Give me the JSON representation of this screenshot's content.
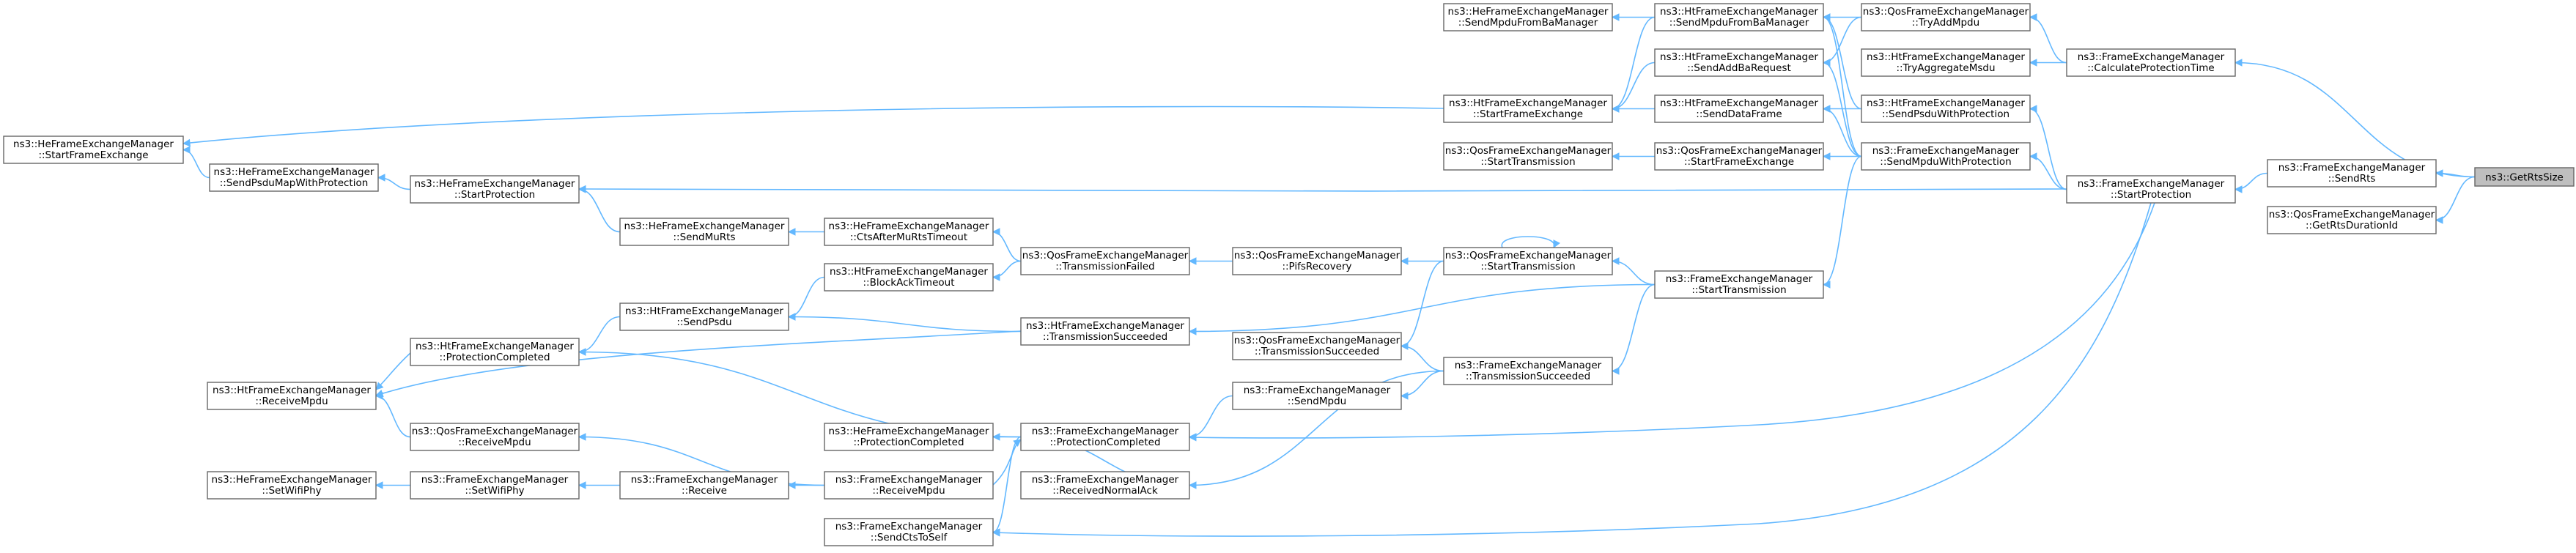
{
  "graph": {
    "root": "ns3::GetRtsSize",
    "nodes": [
      {
        "id": "getrts",
        "lines": [
          "ns3::GetRtsSize"
        ],
        "root": true
      },
      {
        "id": "fem_sendrts",
        "lines": [
          "ns3::FrameExchangeManager",
          "::SendRts"
        ]
      },
      {
        "id": "qfem_getrtsdur",
        "lines": [
          "ns3::QosFrameExchangeManager",
          "::GetRtsDurationId"
        ]
      },
      {
        "id": "fem_calcprot",
        "lines": [
          "ns3::FrameExchangeManager",
          "::CalculateProtectionTime"
        ]
      },
      {
        "id": "fem_startprot",
        "lines": [
          "ns3::FrameExchangeManager",
          "::StartProtection"
        ]
      },
      {
        "id": "qfem_tryaddmpdu",
        "lines": [
          "ns3::QosFrameExchangeManager",
          "::TryAddMpdu"
        ]
      },
      {
        "id": "htfem_tryagg",
        "lines": [
          "ns3::HtFrameExchangeManager",
          "::TryAggregateMsdu"
        ]
      },
      {
        "id": "htfem_sendpsdu_prot",
        "lines": [
          "ns3::HtFrameExchangeManager",
          "::SendPsduWithProtection"
        ]
      },
      {
        "id": "fem_sendmpdu_prot",
        "lines": [
          "ns3::FrameExchangeManager",
          "::SendMpduWithProtection"
        ]
      },
      {
        "id": "htfem_sendmpdufromba",
        "lines": [
          "ns3::HtFrameExchangeManager",
          "::SendMpduFromBaManager"
        ]
      },
      {
        "id": "hefem_sendmpdufromba",
        "lines": [
          "ns3::HeFrameExchangeManager",
          "::SendMpduFromBaManager"
        ]
      },
      {
        "id": "htfem_sendaddba",
        "lines": [
          "ns3::HtFrameExchangeManager",
          "::SendAddBaRequest"
        ]
      },
      {
        "id": "htfem_senddata",
        "lines": [
          "ns3::HtFrameExchangeManager",
          "::SendDataFrame"
        ]
      },
      {
        "id": "htfem_startfe",
        "lines": [
          "ns3::HtFrameExchangeManager",
          "::StartFrameExchange"
        ]
      },
      {
        "id": "hefem_startfe",
        "lines": [
          "ns3::HeFrameExchangeManager",
          "::StartFrameExchange"
        ]
      },
      {
        "id": "qfem_startfe",
        "lines": [
          "ns3::QosFrameExchangeManager",
          "::StartFrameExchange"
        ]
      },
      {
        "id": "qfem_starttx_a",
        "lines": [
          "ns3::QosFrameExchangeManager",
          "::StartTransmission"
        ]
      },
      {
        "id": "hefem_sendpsdumap",
        "lines": [
          "ns3::HeFrameExchangeManager",
          "::SendPsduMapWithProtection"
        ]
      },
      {
        "id": "hefem_startprot",
        "lines": [
          "ns3::HeFrameExchangeManager",
          "::StartProtection"
        ]
      },
      {
        "id": "hefem_sendmurts",
        "lines": [
          "ns3::HeFrameExchangeManager",
          "::SendMuRts"
        ]
      },
      {
        "id": "hefem_ctsafter",
        "lines": [
          "ns3::HeFrameExchangeManager",
          "::CtsAfterMuRtsTimeout"
        ]
      },
      {
        "id": "qfem_txfailed",
        "lines": [
          "ns3::QosFrameExchangeManager",
          "::TransmissionFailed"
        ]
      },
      {
        "id": "qfem_pifs",
        "lines": [
          "ns3::QosFrameExchangeManager",
          "::PifsRecovery"
        ]
      },
      {
        "id": "qfem_starttx_b",
        "lines": [
          "ns3::QosFrameExchangeManager",
          "::StartTransmission"
        ]
      },
      {
        "id": "fem_starttx",
        "lines": [
          "ns3::FrameExchangeManager",
          "::StartTransmission"
        ]
      },
      {
        "id": "htfem_batimeout",
        "lines": [
          "ns3::HtFrameExchangeManager",
          "::BlockAckTimeout"
        ]
      },
      {
        "id": "htfem_sendpsdu",
        "lines": [
          "ns3::HtFrameExchangeManager",
          "::SendPsdu"
        ]
      },
      {
        "id": "htfem_txsucc",
        "lines": [
          "ns3::HtFrameExchangeManager",
          "::TransmissionSucceeded"
        ]
      },
      {
        "id": "qfem_txsucc",
        "lines": [
          "ns3::QosFrameExchangeManager",
          "::TransmissionSucceeded"
        ]
      },
      {
        "id": "fem_txsucc",
        "lines": [
          "ns3::FrameExchangeManager",
          "::TransmissionSucceeded"
        ]
      },
      {
        "id": "htfem_protcomp",
        "lines": [
          "ns3::HtFrameExchangeManager",
          "::ProtectionCompleted"
        ]
      },
      {
        "id": "htfem_recvmpdu",
        "lines": [
          "ns3::HtFrameExchangeManager",
          "::ReceiveMpdu"
        ]
      },
      {
        "id": "fem_sendmpdu",
        "lines": [
          "ns3::FrameExchangeManager",
          "::SendMpdu"
        ]
      },
      {
        "id": "hefem_protcomp",
        "lines": [
          "ns3::HeFrameExchangeManager",
          "::ProtectionCompleted"
        ]
      },
      {
        "id": "fem_protcomp",
        "lines": [
          "ns3::FrameExchangeManager",
          "::ProtectionCompleted"
        ]
      },
      {
        "id": "qfem_recvmpdu",
        "lines": [
          "ns3::QosFrameExchangeManager",
          "::ReceiveMpdu"
        ]
      },
      {
        "id": "hefem_setwifiphy",
        "lines": [
          "ns3::HeFrameExchangeManager",
          "::SetWifiPhy"
        ]
      },
      {
        "id": "fem_setwifiphy",
        "lines": [
          "ns3::FrameExchangeManager",
          "::SetWifiPhy"
        ]
      },
      {
        "id": "fem_receive",
        "lines": [
          "ns3::FrameExchangeManager",
          "::Receive"
        ]
      },
      {
        "id": "fem_recvmpdu",
        "lines": [
          "ns3::FrameExchangeManager",
          "::ReceiveMpdu"
        ]
      },
      {
        "id": "fem_recvnormalack",
        "lines": [
          "ns3::FrameExchangeManager",
          "::ReceivedNormalAck"
        ]
      },
      {
        "id": "fem_sendctstoself",
        "lines": [
          "ns3::FrameExchangeManager",
          "::SendCtsToSelf"
        ]
      }
    ],
    "edges": [
      [
        "fem_sendrts",
        "getrts"
      ],
      [
        "qfem_getrtsdur",
        "getrts"
      ],
      [
        "fem_calcprot",
        "getrts"
      ],
      [
        "fem_startprot",
        "fem_sendrts"
      ],
      [
        "qfem_tryaddmpdu",
        "fem_calcprot"
      ],
      [
        "htfem_tryagg",
        "fem_calcprot"
      ],
      [
        "htfem_sendpsdu_prot",
        "fem_startprot"
      ],
      [
        "fem_sendmpdu_prot",
        "fem_startprot"
      ],
      [
        "hefem_startprot",
        "fem_startprot"
      ],
      [
        "htfem_sendmpdufromba",
        "qfem_tryaddmpdu"
      ],
      [
        "htfem_sendaddba",
        "qfem_tryaddmpdu"
      ],
      [
        "htfem_sendmpdufromba",
        "htfem_sendpsdu_prot"
      ],
      [
        "htfem_senddata",
        "htfem_sendpsdu_prot"
      ],
      [
        "htfem_sendmpdufromba",
        "fem_sendmpdu_prot"
      ],
      [
        "htfem_sendaddba",
        "fem_sendmpdu_prot"
      ],
      [
        "htfem_senddata",
        "fem_sendmpdu_prot"
      ],
      [
        "qfem_startfe",
        "fem_sendmpdu_prot"
      ],
      [
        "fem_starttx",
        "fem_sendmpdu_prot"
      ],
      [
        "hefem_sendmpdufromba",
        "htfem_sendmpdufromba"
      ],
      [
        "htfem_startfe",
        "htfem_sendmpdufromba"
      ],
      [
        "htfem_startfe",
        "htfem_sendaddba"
      ],
      [
        "htfem_startfe",
        "htfem_senddata"
      ],
      [
        "hefem_startfe",
        "htfem_startfe"
      ],
      [
        "qfem_starttx_a",
        "qfem_startfe"
      ],
      [
        "hefem_sendpsdumap",
        "hefem_startfe"
      ],
      [
        "hefem_startprot",
        "hefem_sendpsdumap"
      ],
      [
        "hefem_sendmurts",
        "hefem_startprot"
      ],
      [
        "hefem_ctsafter",
        "hefem_sendmurts"
      ],
      [
        "qfem_txfailed",
        "hefem_ctsafter"
      ],
      [
        "qfem_txfailed",
        "htfem_batimeout"
      ],
      [
        "qfem_pifs",
        "qfem_txfailed"
      ],
      [
        "qfem_starttx_b",
        "qfem_pifs"
      ],
      [
        "qfem_starttx_b",
        "qfem_starttx_b"
      ],
      [
        "fem_starttx",
        "qfem_starttx_b"
      ],
      [
        "fem_starttx",
        "htfem_txsucc"
      ],
      [
        "htfem_txsucc",
        "htfem_sendpsdu"
      ],
      [
        "htfem_txsucc",
        "htfem_recvmpdu"
      ],
      [
        "htfem_batimeout",
        "htfem_sendpsdu"
      ],
      [
        "htfem_sendpsdu",
        "htfem_protcomp"
      ],
      [
        "qfem_txsucc",
        "qfem_starttx_b"
      ],
      [
        "fem_txsucc",
        "qfem_txsucc"
      ],
      [
        "fem_txsucc",
        "fem_starttx"
      ],
      [
        "fem_sendmpdu",
        "fem_txsucc"
      ],
      [
        "fem_recvnormalack",
        "fem_txsucc"
      ],
      [
        "fem_protcomp",
        "fem_sendmpdu"
      ],
      [
        "fem_protcomp",
        "htfem_protcomp"
      ],
      [
        "fem_startprot",
        "fem_protcomp"
      ],
      [
        "htfem_protcomp",
        "htfem_recvmpdu"
      ],
      [
        "qfem_recvmpdu",
        "htfem_recvmpdu"
      ],
      [
        "hefem_protcomp",
        "fem_protcomp"
      ],
      [
        "fem_recvmpdu",
        "fem_protcomp"
      ],
      [
        "fem_recvmpdu",
        "qfem_recvmpdu"
      ],
      [
        "fem_recvnormalack",
        "fem_protcomp"
      ],
      [
        "fem_sendctstoself",
        "fem_protcomp"
      ],
      [
        "fem_receive",
        "fem_recvmpdu"
      ],
      [
        "fem_setwifiphy",
        "fem_receive"
      ],
      [
        "hefem_setwifiphy",
        "fem_setwifiphy"
      ],
      [
        "fem_startprot",
        "fem_sendctstoself"
      ]
    ]
  }
}
